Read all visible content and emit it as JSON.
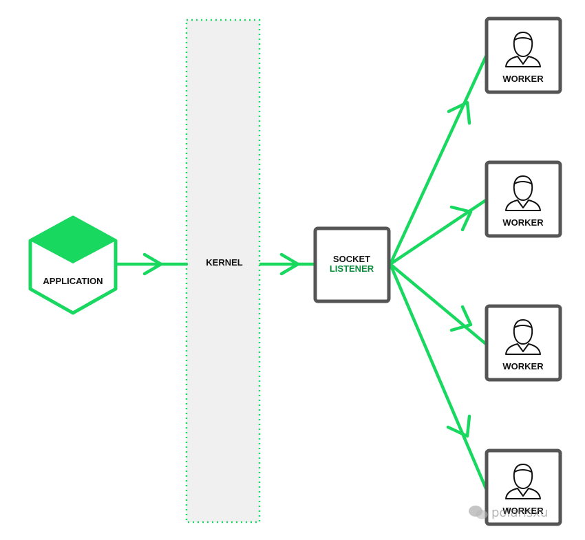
{
  "colors": {
    "accent": "#19d860",
    "accent_dark": "#0b8a3c",
    "box_border": "#555555",
    "kernel_fill": "#f0f0f0",
    "kernel_border": "#19d860",
    "text": "#111111"
  },
  "application": {
    "label": "APPLICATION",
    "icon": "hexagon-cube-icon"
  },
  "kernel": {
    "label": "KERNEL"
  },
  "socket": {
    "line1": "SOCKET",
    "line2": "LISTENER"
  },
  "workers": [
    {
      "label": "WORKER",
      "icon": "person-icon"
    },
    {
      "label": "WORKER",
      "icon": "person-icon"
    },
    {
      "label": "WORKER",
      "icon": "person-icon"
    },
    {
      "label": "WORKER",
      "icon": "person-icon"
    }
  ],
  "watermark": {
    "text": "polarisxu",
    "icon": "wechat-icon"
  }
}
